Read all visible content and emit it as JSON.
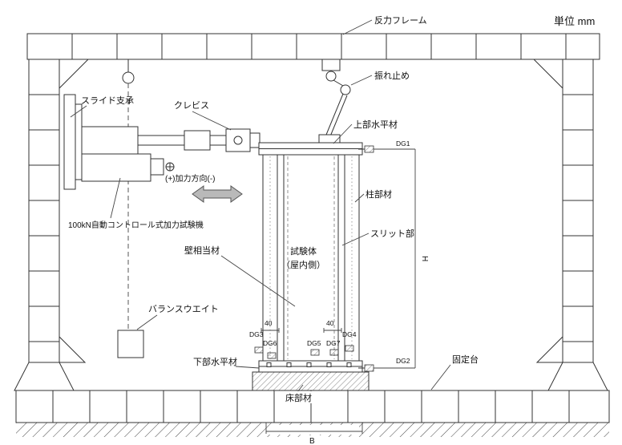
{
  "page": {
    "unit_label": "単位 mm"
  },
  "diagram": {
    "labels": {
      "reaction_frame": "反力フレーム",
      "sway_brace": "振れ止め",
      "slide_bearing": "スライド支承",
      "clevis": "クレビス",
      "upper_horizontal_member": "上部水平材",
      "loading_direction": "(+)加力方向(-)",
      "column_member": "柱部材",
      "slit_section": "スリット部",
      "loading_machine": "100kN自動コントロール式加力試験機",
      "wall_equivalent_member": "壁相当材",
      "specimen_line1": "試験体",
      "specimen_line2": "（屋内側）",
      "balance_weight": "バランスウエイト",
      "lower_horizontal_member": "下部水平材",
      "floor_member": "床部材",
      "fixed_base": "固定台"
    },
    "dimensions": {
      "height": "H",
      "width": "B",
      "offset_left": "40",
      "offset_right": "40"
    },
    "gauges": [
      "DG1",
      "DG2",
      "DG3",
      "DG4",
      "DG5",
      "DG6",
      "DG7"
    ]
  }
}
